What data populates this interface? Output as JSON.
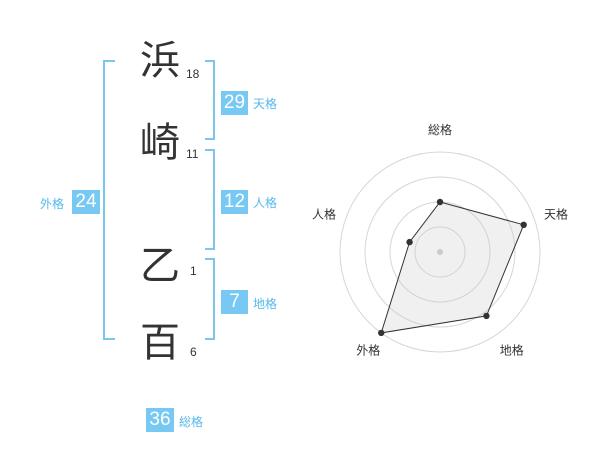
{
  "characters": [
    {
      "char": "浜",
      "strokes": "18"
    },
    {
      "char": "崎",
      "strokes": "11"
    },
    {
      "char": "乙",
      "strokes": "1"
    },
    {
      "char": "百",
      "strokes": "6"
    }
  ],
  "fortunes": {
    "tenkaku": {
      "value": "29",
      "label": "天格"
    },
    "jinkaku": {
      "value": "12",
      "label": "人格"
    },
    "chikaku": {
      "value": "7",
      "label": "地格"
    },
    "gaikaku": {
      "value": "24",
      "label": "外格"
    },
    "soukaku": {
      "value": "36",
      "label": "総格"
    }
  },
  "colors": {
    "accent": "#77c8f2",
    "label": "#55b8ec",
    "bracket": "#7cc6ee"
  },
  "chart_data": {
    "type": "radar",
    "axes": [
      "総格",
      "天格",
      "地格",
      "外格",
      "人格"
    ],
    "values": [
      0.5,
      0.88,
      0.79,
      1.0,
      0.32
    ],
    "rings": 4,
    "grid": true
  }
}
